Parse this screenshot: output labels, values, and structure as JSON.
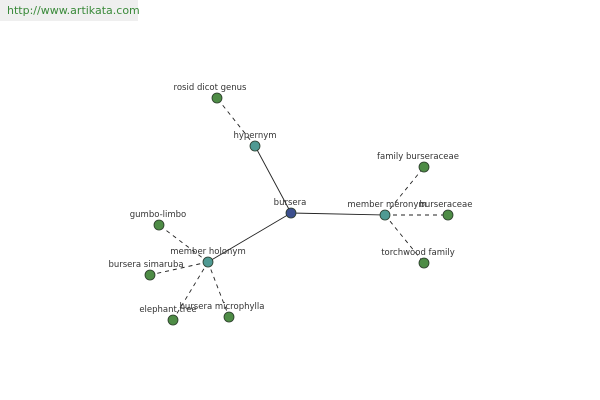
{
  "header": {
    "url": "http://www.artikata.com"
  },
  "colors": {
    "center": "#3c4f8e",
    "relation": "#4f9a93",
    "leaf": "#4e8c46",
    "node_stroke": "#2a3a2a",
    "edge": "#222222",
    "url_text": "#3a8a3a"
  },
  "graph": {
    "nodes": [
      {
        "id": "bursera",
        "label": "bursera",
        "kind": "center"
      },
      {
        "id": "hypernym",
        "label": "hypernym",
        "kind": "relation"
      },
      {
        "id": "rosid",
        "label": "rosid dicot genus",
        "kind": "leaf"
      },
      {
        "id": "meronym",
        "label": "member meronym",
        "kind": "relation"
      },
      {
        "id": "family",
        "label": "family burseraceae",
        "kind": "leaf"
      },
      {
        "id": "burseraceae",
        "label": "burseraceae",
        "kind": "leaf"
      },
      {
        "id": "torchwood",
        "label": "torchwood family",
        "kind": "leaf"
      },
      {
        "id": "holonym",
        "label": "member holonym",
        "kind": "relation"
      },
      {
        "id": "gumbo",
        "label": "gumbo-limbo",
        "kind": "leaf"
      },
      {
        "id": "simaruba",
        "label": "bursera simaruba",
        "kind": "leaf"
      },
      {
        "id": "elephant",
        "label": "elephant tree",
        "kind": "leaf"
      },
      {
        "id": "microphylla",
        "label": "bursera microphylla",
        "kind": "leaf"
      }
    ],
    "edges": [
      {
        "from": "bursera",
        "to": "hypernym",
        "style": "solid"
      },
      {
        "from": "bursera",
        "to": "meronym",
        "style": "solid"
      },
      {
        "from": "bursera",
        "to": "holonym",
        "style": "solid"
      },
      {
        "from": "hypernym",
        "to": "rosid",
        "style": "dashed"
      },
      {
        "from": "meronym",
        "to": "family",
        "style": "dashed"
      },
      {
        "from": "meronym",
        "to": "burseraceae",
        "style": "dashed"
      },
      {
        "from": "meronym",
        "to": "torchwood",
        "style": "dashed"
      },
      {
        "from": "holonym",
        "to": "gumbo",
        "style": "dashed"
      },
      {
        "from": "holonym",
        "to": "simaruba",
        "style": "dashed"
      },
      {
        "from": "holonym",
        "to": "elephant",
        "style": "dashed"
      },
      {
        "from": "holonym",
        "to": "microphylla",
        "style": "dashed"
      }
    ]
  }
}
